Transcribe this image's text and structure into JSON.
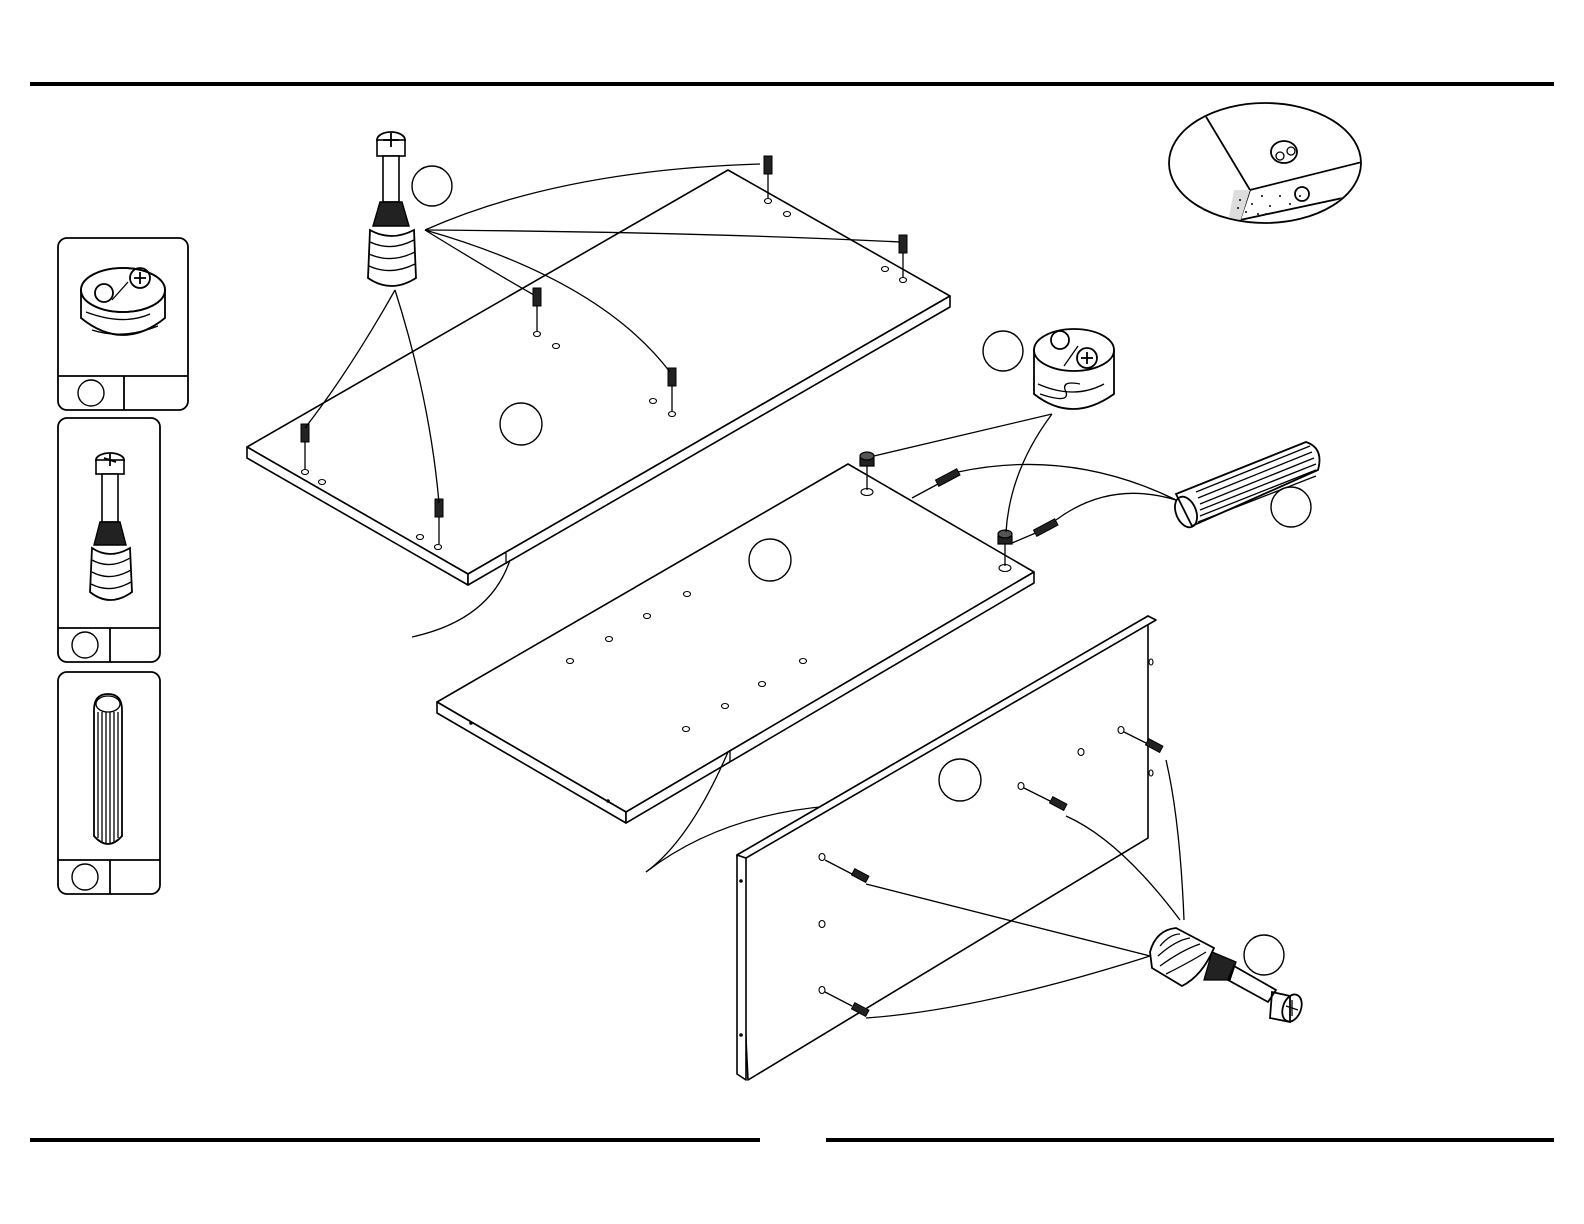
{
  "page": {
    "background": "#ffffff",
    "line_color": "#000000"
  },
  "legend": {
    "parts": [
      {
        "icon": "cam-lock-icon",
        "callout": "",
        "quantity": ""
      },
      {
        "icon": "cam-bolt-icon",
        "callout": "",
        "quantity": ""
      },
      {
        "icon": "wood-dowel-icon",
        "callout": "",
        "quantity": ""
      }
    ]
  },
  "diagram": {
    "callouts": [
      {
        "name": "cam-bolt-callout",
        "label": ""
      },
      {
        "name": "top-panel-callout",
        "label": ""
      },
      {
        "name": "cam-lock-callout",
        "label": ""
      },
      {
        "name": "dowel-callout",
        "label": ""
      },
      {
        "name": "shelf-panel-callout",
        "label": ""
      },
      {
        "name": "side-panel-callout",
        "label": ""
      },
      {
        "name": "cam-bolt-side-callout",
        "label": ""
      }
    ],
    "detail_inset": {
      "icon": "cam-lock-detail-icon"
    }
  }
}
